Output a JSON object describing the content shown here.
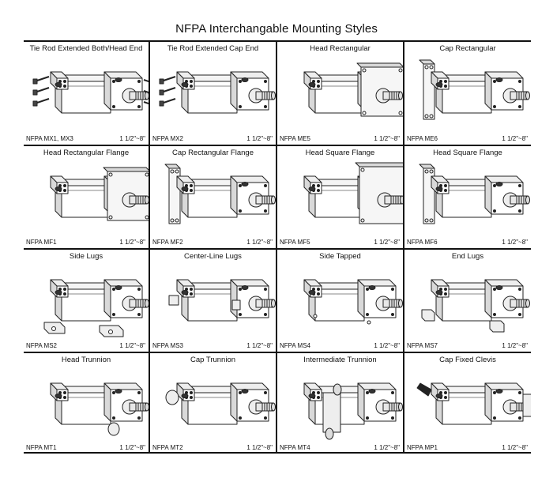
{
  "title": "NFPA Interchangable Mounting Styles",
  "cells": [
    {
      "name": "Tie Rod Extended Both/Head End",
      "code": "NFPA MX1, MX3",
      "size": "1 1/2\"~8\"",
      "type": "tierod-both"
    },
    {
      "name": "Tie Rod Extended Cap End",
      "code": "NFPA MX2",
      "size": "1 1/2\"~8\"",
      "type": "tierod-cap"
    },
    {
      "name": "Head Rectangular",
      "code": "NFPA ME5",
      "size": "1 1/2\"~8\"",
      "type": "head-rect"
    },
    {
      "name": "Cap Rectangular",
      "code": "NFPA ME6",
      "size": "1 1/2\"~8\"",
      "type": "cap-rect"
    },
    {
      "name": "Head Rectangular Flange",
      "code": "NFPA MF1",
      "size": "1 1/2\"~8\"",
      "type": "head-rect-flange"
    },
    {
      "name": "Cap Rectangular Flange",
      "code": "NFPA MF2",
      "size": "1 1/2\"~8\"",
      "type": "cap-rect-flange"
    },
    {
      "name": "Head Square Flange",
      "code": "NFPA MF5",
      "size": "1 1/2\"~8\"",
      "type": "head-sq-flange"
    },
    {
      "name": "Head Square Flange",
      "code": "NFPA MF6",
      "size": "1 1/2\"~8\"",
      "type": "cap-sq-flange"
    },
    {
      "name": "Side Lugs",
      "code": "NFPA MS2",
      "size": "1 1/2\"~8\"",
      "type": "side-lugs"
    },
    {
      "name": "Center-Line Lugs",
      "code": "NFPA MS3",
      "size": "1 1/2\"~8\"",
      "type": "centerline-lugs"
    },
    {
      "name": "Side Tapped",
      "code": "NFPA MS4",
      "size": "1 1/2\"~8\"",
      "type": "side-tapped"
    },
    {
      "name": "End Lugs",
      "code": "NFPA MS7",
      "size": "1 1/2\"~8\"",
      "type": "end-lugs"
    },
    {
      "name": "Head Trunnion",
      "code": "NFPA MT1",
      "size": "1 1/2\"~8\"",
      "type": "head-trunnion"
    },
    {
      "name": "Cap Trunnion",
      "code": "NFPA MT2",
      "size": "1 1/2\"~8\"",
      "type": "cap-trunnion"
    },
    {
      "name": "Intermediate Trunnion",
      "code": "NFPA MT4",
      "size": "1 1/2\"~8\"",
      "type": "int-trunnion"
    },
    {
      "name": "Cap Fixed Clevis",
      "code": "NFPA MP1",
      "size": "1 1/2\"~8\"",
      "type": "cap-clevis"
    }
  ]
}
